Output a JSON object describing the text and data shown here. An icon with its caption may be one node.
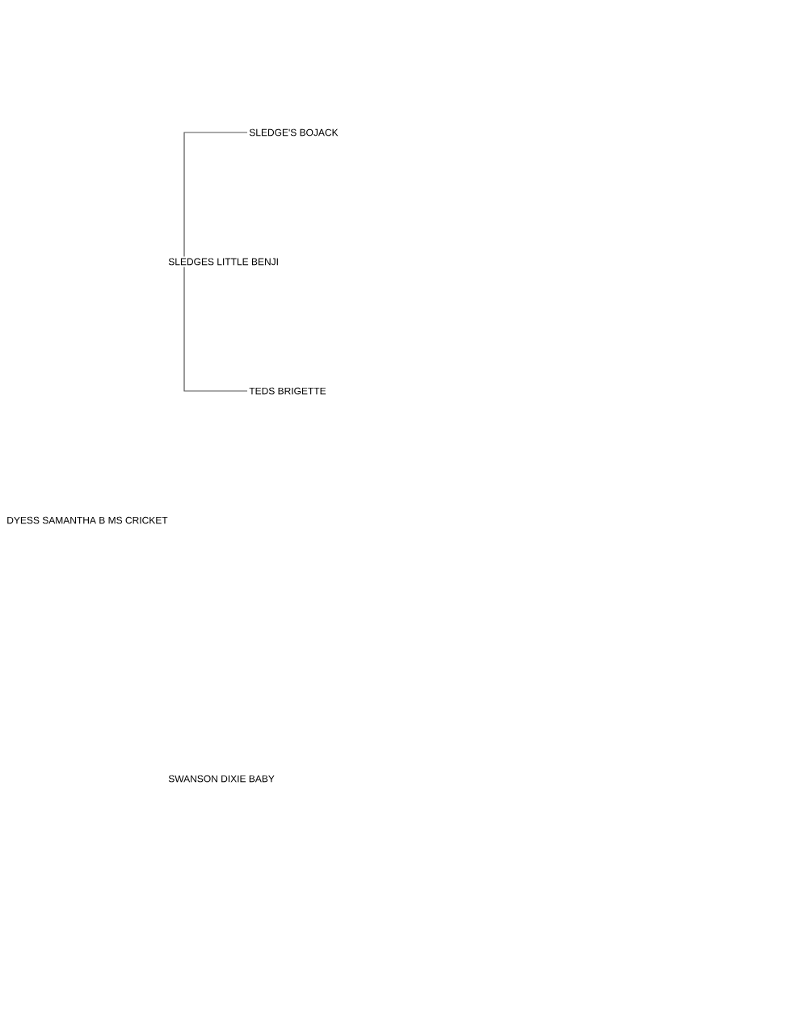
{
  "diagram": {
    "nodes": [
      {
        "text": [
          "SLEDGE'S BOJACK"
        ]
      },
      {
        "text": [
          "SLEDGES LITTLE BENJI"
        ]
      },
      {
        "text": [
          "TEDS BRIGETTE"
        ]
      },
      {
        "text": [
          "DYESS SAMANTHA B MS CRICKET"
        ]
      },
      {
        "text": [
          "SWANSON DIXIE BABY"
        ]
      }
    ],
    "edges": [
      {
        "from": 1,
        "to": 0,
        "arrow": "none"
      },
      {
        "from": 1,
        "to": 2,
        "arrow": "none"
      }
    ]
  }
}
